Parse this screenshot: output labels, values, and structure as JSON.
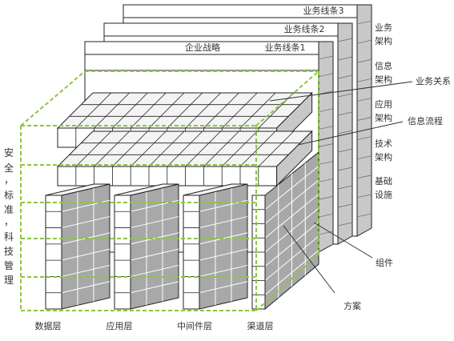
{
  "lines": [
    {
      "label": "业务线条3"
    },
    {
      "label": "业务线条2"
    },
    {
      "label": "业务线条1",
      "strategy_label": "企业战略"
    }
  ],
  "architecture_labels": [
    [
      "业务",
      "架构"
    ],
    [
      "信息",
      "架构"
    ],
    [
      "应用",
      "架构"
    ],
    [
      "技术",
      "架构"
    ],
    [
      "基础",
      "设施"
    ]
  ],
  "callouts": {
    "business_relation": "业务关系",
    "info_flow": "信息流程",
    "component": "组件",
    "solution": "方案"
  },
  "left_label_chars": [
    "安",
    "全",
    "，",
    "标",
    "准",
    "，",
    "科",
    "技",
    "管",
    "理"
  ],
  "bottom_labels": [
    "数据层",
    "应用层",
    "中间件层",
    "渠道层"
  ],
  "colors": {
    "dashed": "#8cc63f",
    "front": "#ffffff",
    "top": "#f4f4f4",
    "side": "#c8c8c8",
    "grid_cell": "#a8a8a8",
    "stroke": "#222222",
    "text": "#333333",
    "leader": "#333333"
  }
}
